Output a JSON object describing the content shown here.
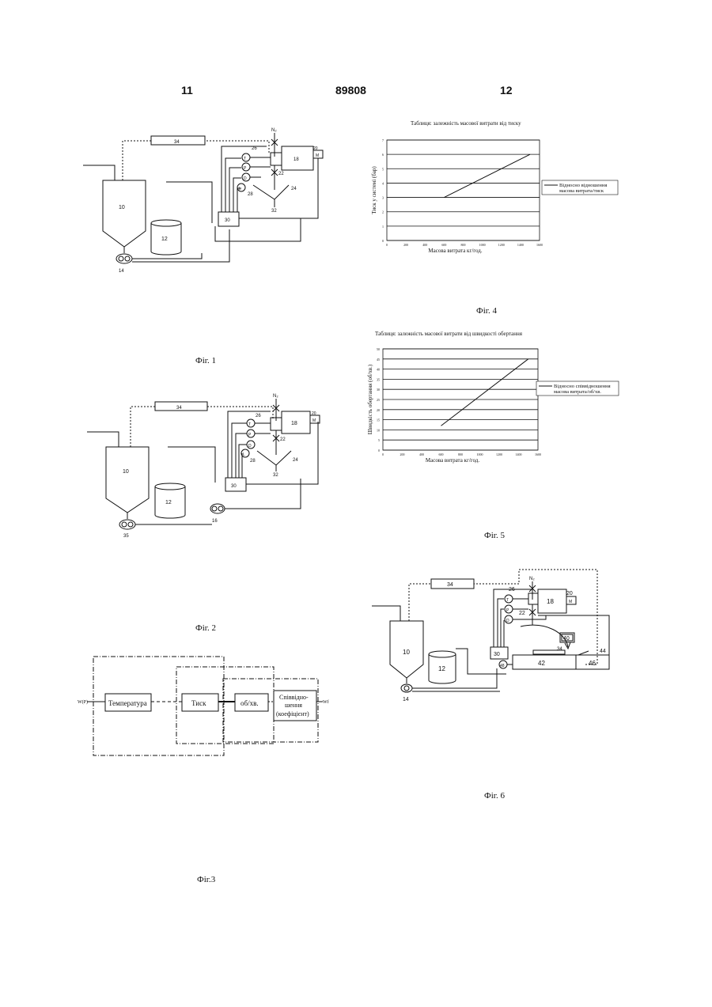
{
  "header": {
    "page_left": "11",
    "patent_number": "89808",
    "page_right": "12"
  },
  "captions": {
    "fig1": "Фіг. 1",
    "fig2": "Фіг. 2",
    "fig3": "Фіг.3",
    "fig4": "Фіг. 4",
    "fig5": "Фіг. 5",
    "fig6": "Фіг. 6"
  },
  "fig1": {
    "hopper": "10",
    "tank": "12",
    "pump": "14",
    "line": "34",
    "n2": "N₂",
    "valve_top": "26",
    "vessel": "18",
    "motor_num": "20",
    "motor": "M",
    "valve_mid": "22",
    "outlet": "24",
    "bottom_valve": "28",
    "out_num": "32",
    "controller": "30",
    "gauges": [
      "T",
      "P",
      "D",
      "L"
    ]
  },
  "fig2": {
    "hopper": "10",
    "tank": "12",
    "pump_left": "35",
    "pump_right": "16",
    "line": "34",
    "n2": "N₂",
    "valve_top": "26",
    "vessel": "18",
    "motor_num": "20",
    "motor": "M",
    "valve_mid": "22",
    "outlet": "24",
    "bottom_valve": "28",
    "out_num": "32",
    "controller": "30",
    "gauges": [
      "T",
      "P",
      "D",
      "L"
    ]
  },
  "fig3": {
    "input": "W(P)",
    "block1": "Температура",
    "block2": "Тиск",
    "block3": "об/хв.",
    "block4_l1": "Співвідно-",
    "block4_l2": "шення",
    "block4_l3": "(коефіцієнт)",
    "output": "Wf"
  },
  "fig6": {
    "hopper": "10",
    "tank": "12",
    "pump": "14",
    "line": "34",
    "n2": "N₂",
    "valve_top": "26",
    "vessel": "18",
    "motor_num": "20",
    "motor": "M",
    "valve_mid": "22",
    "controller": "30",
    "sensor": "40",
    "item44": "44",
    "item42": "42",
    "item46": "46",
    "item34b": "34",
    "item48": "48",
    "gauges": [
      "T",
      "P",
      "D"
    ]
  },
  "chart_data": [
    {
      "type": "line",
      "title": "Таблиця: залежність масової витрати від тиску",
      "xlabel": "Масова витрата кг/год.",
      "ylabel": "Тиск у системі (бар)",
      "xlim": [
        0,
        1600
      ],
      "ylim": [
        0,
        7
      ],
      "x_ticks": [
        "0",
        "200",
        "400",
        "600",
        "800",
        "1000",
        "1200",
        "1400",
        "1600"
      ],
      "y_ticks": [
        "0",
        "1",
        "2",
        "3",
        "4",
        "5",
        "6",
        "7"
      ],
      "grid": true,
      "legend": "right",
      "series": [
        {
          "name_l1": "Відносно відношення",
          "name_l2": "масова витрата/тиск",
          "x": [
            600,
            1500
          ],
          "y": [
            3,
            6
          ]
        }
      ]
    },
    {
      "type": "line",
      "title": "Таблиця: залежність масової витрати від швидкості обертання",
      "xlabel": "Масова витрата кг/год.",
      "ylabel": "Швидкість обертання (об/хв.)",
      "xlim": [
        0,
        1600
      ],
      "ylim": [
        0,
        50
      ],
      "x_ticks": [
        "0",
        "200",
        "400",
        "600",
        "800",
        "1000",
        "1200",
        "1400",
        "1600"
      ],
      "y_ticks": [
        "0",
        "5",
        "10",
        "15",
        "20",
        "25",
        "30",
        "35",
        "40",
        "45",
        "50"
      ],
      "grid": true,
      "legend": "right",
      "series": [
        {
          "name_l1": "Відносно співвідношення",
          "name_l2": "масова витрата/об/хв.",
          "x": [
            600,
            1500
          ],
          "y": [
            12,
            45
          ]
        }
      ]
    }
  ]
}
